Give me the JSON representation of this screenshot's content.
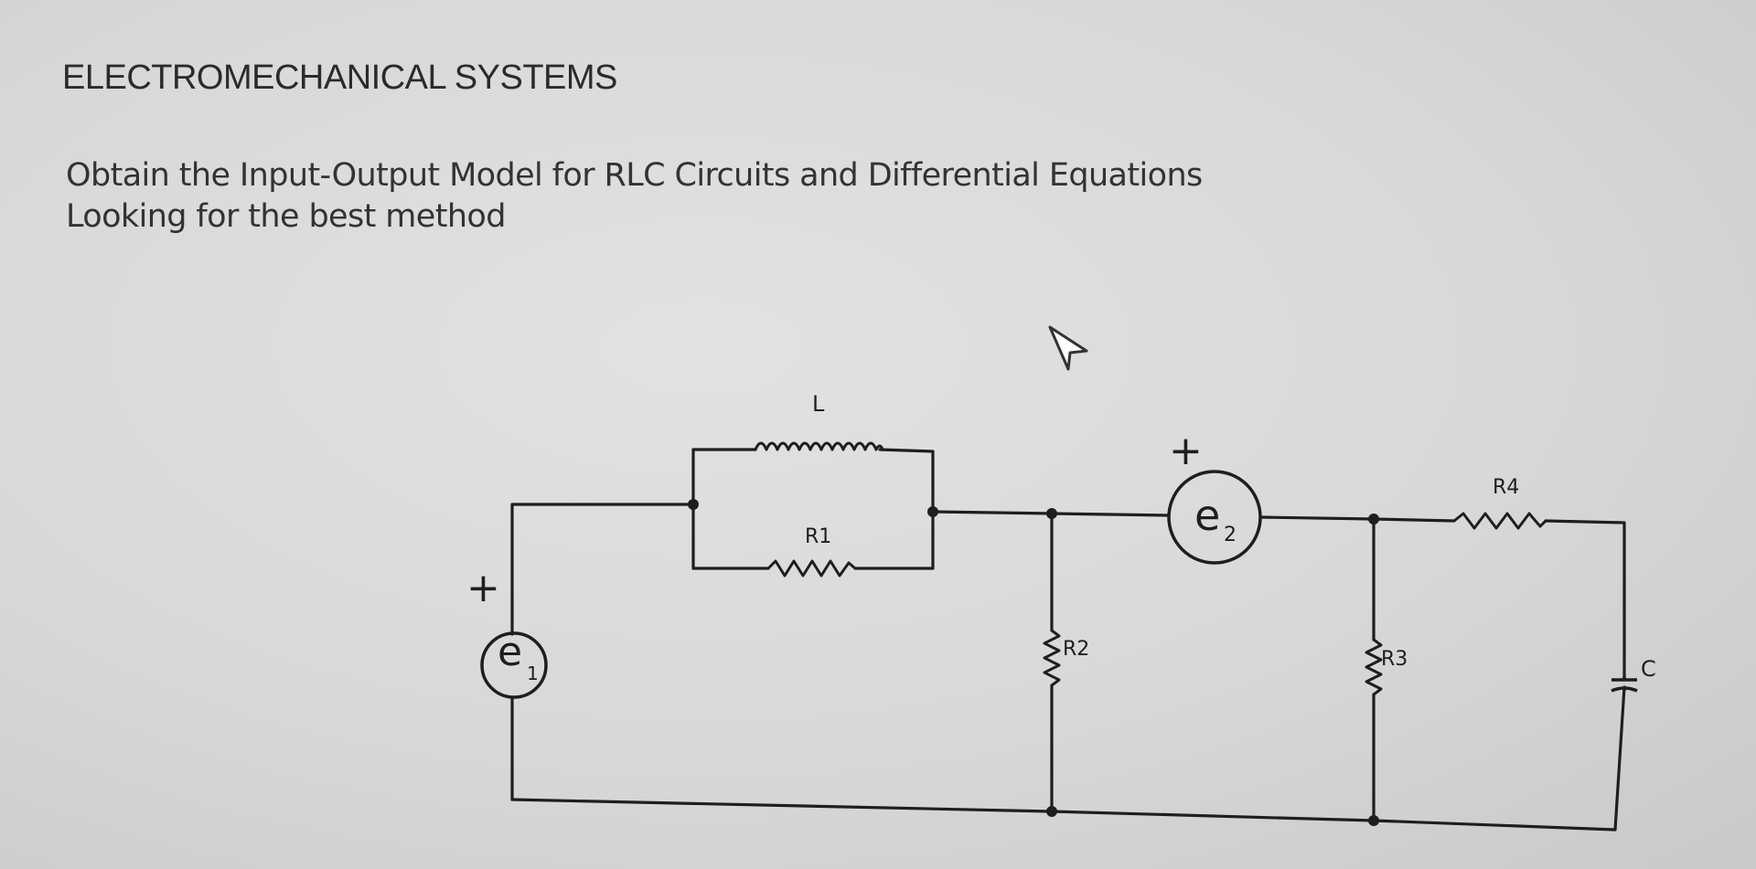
{
  "header": {
    "title": "ELECTROMECHANICAL SYSTEMS"
  },
  "question": {
    "line1": "Obtain the Input-Output Model for RLC Circuits and Differential Equations",
    "line2": "Looking for the best method"
  },
  "circuit": {
    "inductor_label": "L",
    "r1_label": "R1",
    "r2_label": "R2",
    "r3_label": "R3",
    "r4_label": "R4",
    "capacitor_label": "C",
    "source1": {
      "symbol": "e",
      "subscript": "1",
      "polarity": "+"
    },
    "source2": {
      "symbol": "e",
      "subscript": "2",
      "polarity": "+"
    }
  },
  "cursor_icon": "mouse-pointer-icon"
}
